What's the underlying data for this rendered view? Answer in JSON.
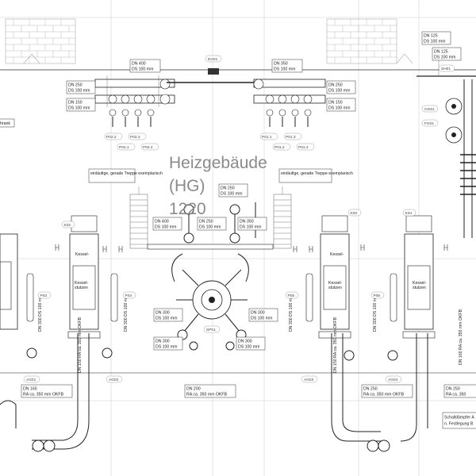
{
  "building": {
    "title": "Heizgebäude",
    "abbr": "(HG)",
    "number": "1220"
  },
  "stairs": {
    "left": "einläufige, gerade Treppe exemplarisch",
    "right": "einläufige, gerade Treppe exemplarisch"
  },
  "notes": {
    "left_edge": "hrank",
    "right_bottom_line1": "Schalldämpfer A",
    "right_bottom_line2": "n. Festlegung B"
  },
  "kessel": {
    "line1": "Kessel-",
    "line2": "stutzen"
  },
  "dims": {
    "dn400_top": {
      "l1": "DN 400",
      "l2": "DS 100 mm"
    },
    "dn350_top": {
      "l1": "DN 350",
      "l2": "DS 100 mm"
    },
    "dn250_left": {
      "l1": "DN 250",
      "l2": "DS 100 mm"
    },
    "dn150_left": {
      "l1": "DN 150",
      "l2": "DS 100 mm"
    },
    "dn250_right": {
      "l1": "DN 250",
      "l2": "DS 100 mm"
    },
    "dn150_right": {
      "l1": "DN 150",
      "l2": "DS 100 mm"
    },
    "dn125_a": {
      "l1": "DN 125",
      "l2": "DS 100 mm"
    },
    "dn125_b": {
      "l1": "DN 125",
      "l2": "DS 100 mm"
    },
    "dn250_mid": {
      "l1": "DN 250",
      "l2": "DS 100 mm"
    },
    "dn400_mid": {
      "l1": "DN 400",
      "l2": "DS 100 mm"
    },
    "dn250_mid2": {
      "l1": "DN 250",
      "l2": "DS 100 mm"
    },
    "dn350_mid": {
      "l1": "DN 350",
      "l2": "DS 100 mm"
    },
    "dn300_c1": {
      "l1": "DN 300",
      "l2": "DS 100 mm"
    },
    "dn300_c2": {
      "l1": "DN 300",
      "l2": "DS 100 mm"
    },
    "dn300_c3": {
      "l1": "DN 300",
      "l2": "DS 100 mm"
    },
    "dn300_c4": {
      "l1": "DN 300",
      "l2": "DS 100 mm"
    },
    "dn160_left": {
      "l1": "DN 160",
      "l2": "RA ca. 350 mm OKFB"
    },
    "dn200_mid": {
      "l1": "DN 200",
      "l2": "RA ca. 350 mm OKFB"
    },
    "dn250_bot": {
      "l1": "DN 250",
      "l2": "RA ca. 350 mm OKFB"
    },
    "dn250_edge": {
      "l1": "DN 250",
      "l2": "RA ca. 350"
    },
    "v_dn300_a": "DN 300 DS 100 mm",
    "v_dn300_b": "DN 300 DS 100 mm",
    "v_dn300_c": "DN 300 DS 100 mm",
    "v_dn300_d": "DN 300 DS 100 mm",
    "v_dn150_a": "DN 150 RA ca. 350 mm OKFB",
    "v_dn150_b": "DN 150 RA ca. 350 mm OKFB",
    "v_dn160_r": "DN 160 RA ca. 350 mm OKFB"
  },
  "tags": {
    "eg01": "EG01",
    "p022": "P02.2",
    "p023": "P02.3",
    "p024": "P02.4",
    "p021": "P02.1",
    "p011": "P01.1",
    "p012": "P01.2",
    "p013": "P01.3",
    "p014": "P01.4",
    "sh01": "SH01",
    "gg01": "GG01",
    "fg01": "FG01",
    "k02": "K02",
    "k03": "K03",
    "k04": "K04",
    "p03": "P03",
    "p04": "P04",
    "p05": "P05",
    "p06": "P06",
    "sp01": "SP01",
    "ag01": "AG01",
    "ag02": "AG02",
    "ag03": "AG03",
    "ag04": "AG04"
  }
}
